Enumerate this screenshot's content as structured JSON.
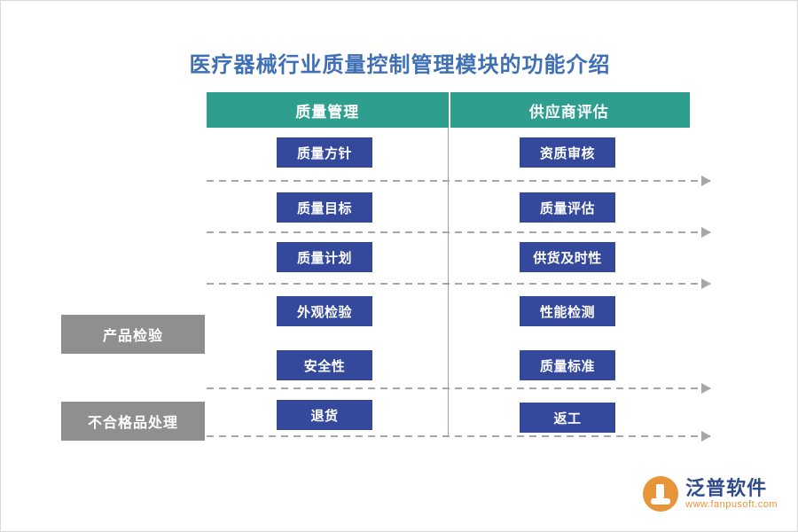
{
  "title": "医疗器械行业质量控制管理模块的功能介绍",
  "colors": {
    "title": "#3f6fb5",
    "header_bar": "#2e9e8f",
    "item_box": "#34499c",
    "category_box": "#8f8f8f",
    "dashed_line": "#a6a6a6",
    "brand_orange": "#e8953a",
    "brand_blue": "#2f4b8c"
  },
  "header": {
    "columns": [
      {
        "label": "质量管理"
      },
      {
        "label": "供应商评估"
      }
    ]
  },
  "watermark": {
    "text": "泛普软件"
  },
  "categories": [
    {
      "label": "产品检验"
    },
    {
      "label": "不合格品处理"
    }
  ],
  "rows": [
    {
      "left": "质量方针",
      "right": "资质审核"
    },
    {
      "left": "质量目标",
      "right": "质量评估"
    },
    {
      "left": "质量计划",
      "right": "供货及时性"
    },
    {
      "left": "外观检验",
      "right": "性能检测"
    },
    {
      "left": "安全性",
      "right": "质量标准"
    },
    {
      "left": "退货",
      "right": "返工"
    }
  ],
  "brand": {
    "name": "泛普软件",
    "url": "www.fanpusoft.com"
  }
}
